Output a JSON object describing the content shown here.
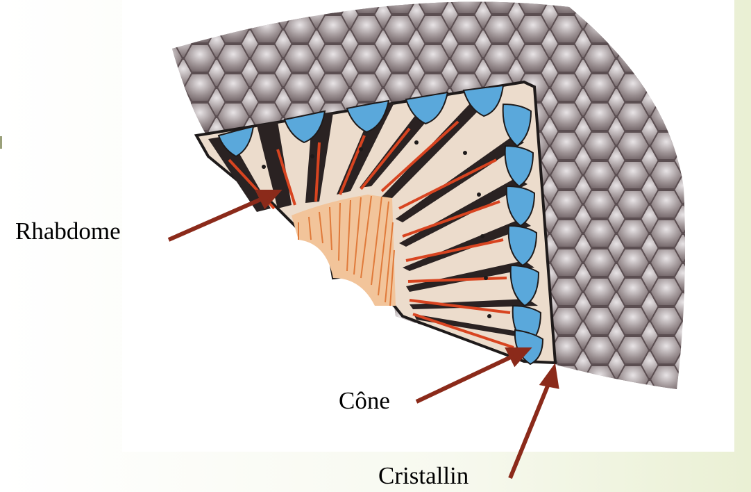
{
  "labels": {
    "rhabdome": "Rhabdome",
    "cone": "Cône",
    "cristallin": "Cristallin"
  },
  "colors": {
    "arrow": "#8b2a1a",
    "cornea": "#8e8386",
    "cone": "#5aa8db",
    "rhabdom_line": "#d84420",
    "pigment": "#1e1a1a",
    "nerve": "#e79a5c"
  }
}
